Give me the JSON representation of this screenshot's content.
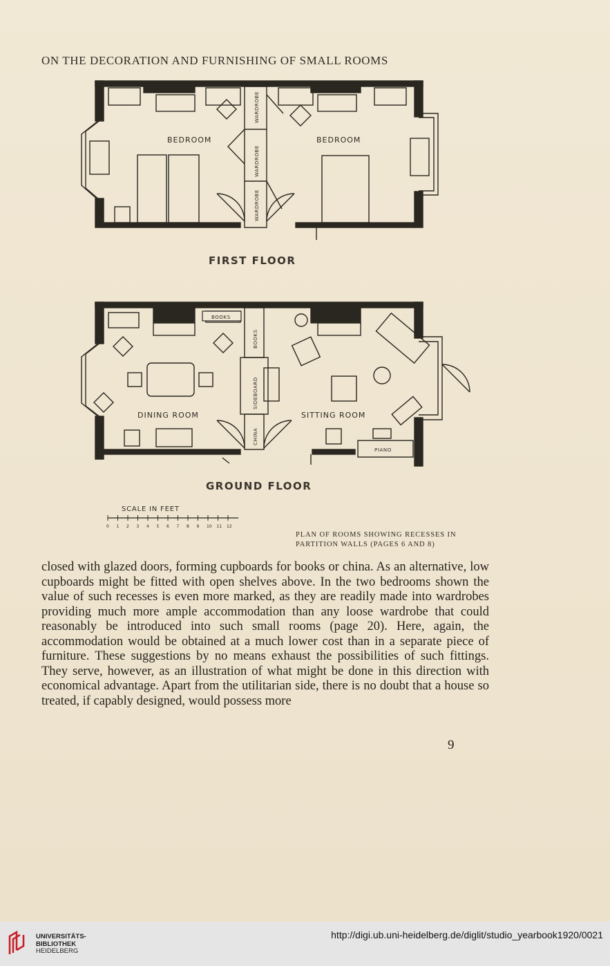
{
  "running_head": "ON THE DECORATION AND FURNISHING OF SMALL ROOMS",
  "first_floor": {
    "title": "FIRST FLOOR",
    "left_room": "BEDROOM",
    "right_room": "BEDROOM",
    "wardrobe_labels": [
      "WARDROBE",
      "WARDROBE",
      "WARDROBE"
    ]
  },
  "ground_floor": {
    "title": "GROUND FLOOR",
    "left_room": "DINING ROOM",
    "right_room": "SITTING ROOM",
    "books_top": "BOOKS",
    "books_side": "BOOKS",
    "sideboard": "SIDEBOARD",
    "china": "CHINA",
    "piano": "PIANO"
  },
  "scale": {
    "title": "SCALE IN FEET",
    "ticks": [
      "0",
      "1",
      "2",
      "3",
      "4",
      "5",
      "6",
      "7",
      "8",
      "9",
      "10",
      "11",
      "12"
    ]
  },
  "caption": {
    "line1": "PLAN OF ROOMS SHOWING RECESSES IN",
    "line2": "PARTITION WALLS (PAGES 6 AND 8)"
  },
  "body_text": "closed with glazed doors, forming cupboards for books or china. As an alternative, low cupboards might be fitted with open shelves above. In the two bedrooms shown the value of such recesses is even more marked, as they are readily made into wardrobes providing much more ample accommodation than any loose wardrobe that could reasonably be introduced into such small rooms (page 20). Here, again, the accommodation would be obtained at a much lower cost than in a separate piece of furniture. These suggestions by no means exhaust the possibilities of such fittings. They serve, however, as an illustration of what might be done in this direction with economical advantage. Apart from the utilitarian side, there is no doubt that a house so treated, if capably designed, would possess more",
  "page_number": "9",
  "footer": {
    "library_line1": "UNIVERSITÄTS-",
    "library_line2": "BIBLIOTHEK",
    "library_line3": "HEIDELBERG",
    "url": "http://digi.ub.uni-heidelberg.de/diglit/studio_yearbook1920/0021"
  },
  "colors": {
    "paper": "#efe6d3",
    "ink": "#2a2620",
    "footer_bg": "#e5e5e5",
    "logo_red": "#c8202a"
  },
  "icons": [
    "library-logo-icon"
  ]
}
